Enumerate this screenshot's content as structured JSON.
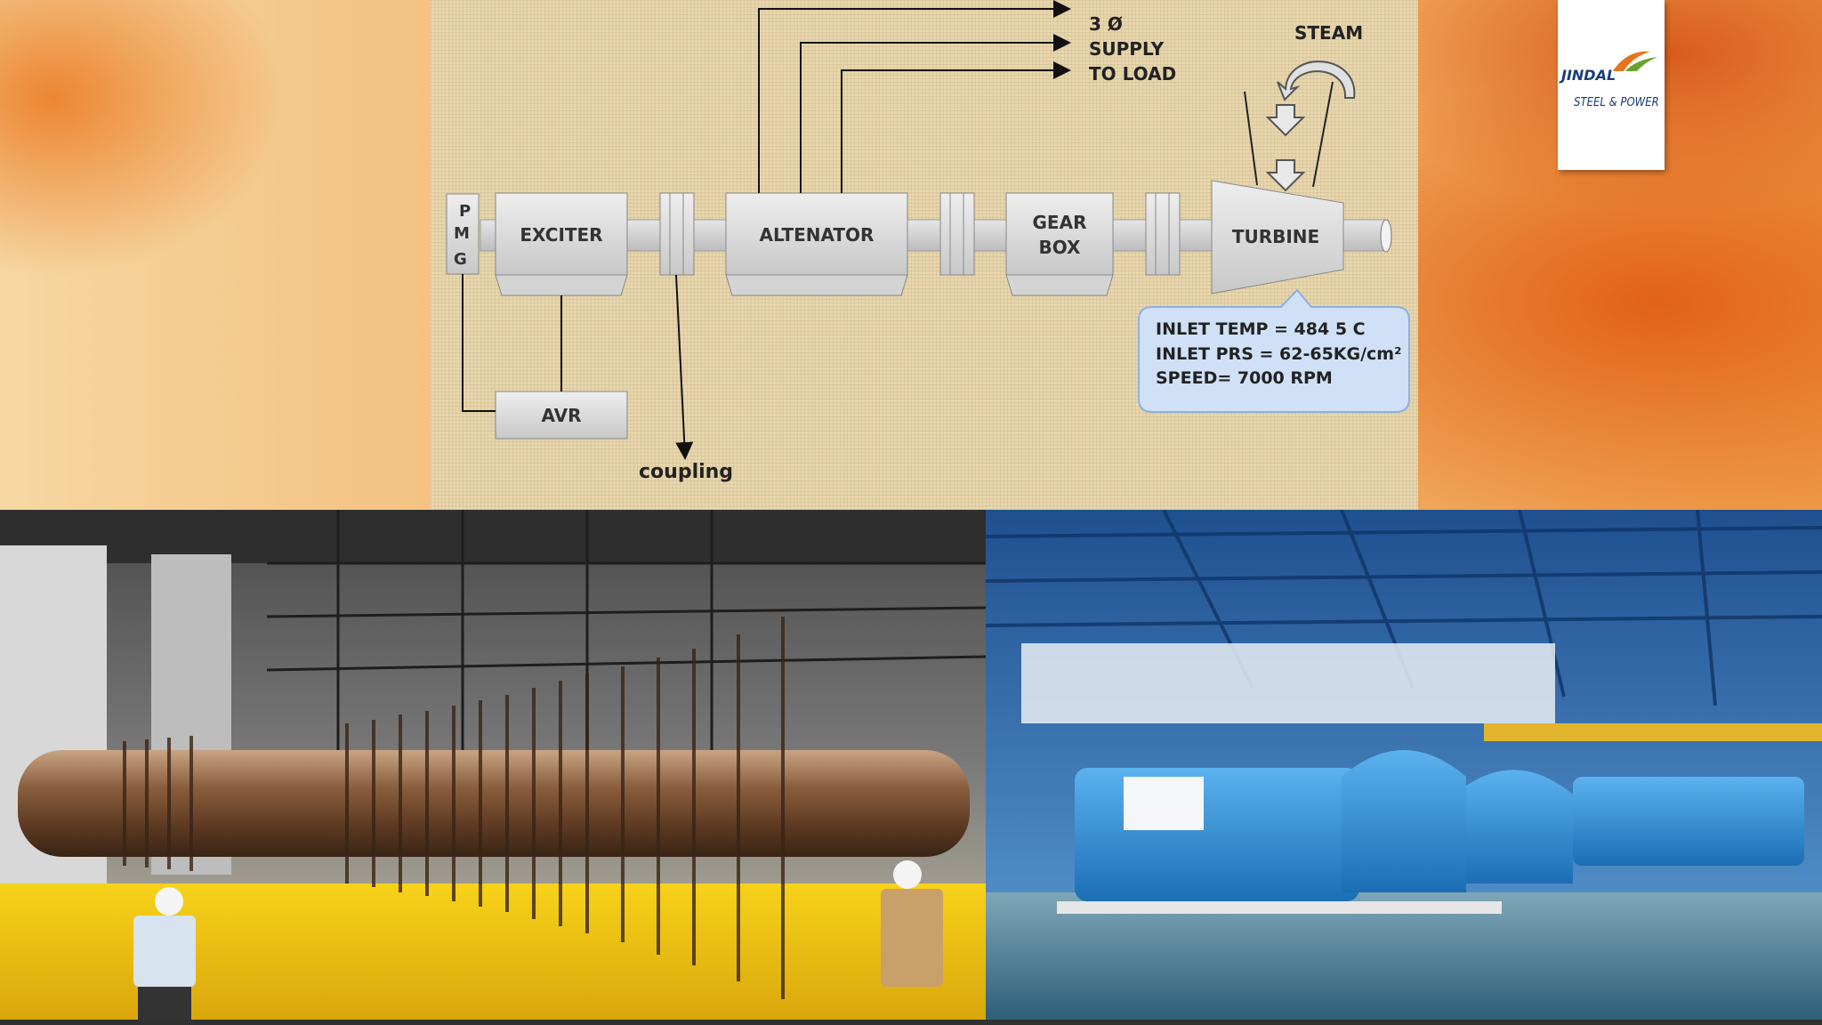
{
  "diagram": {
    "blocks": {
      "pmg": [
        "P",
        "M",
        "G"
      ],
      "exciter": "EXCITER",
      "alternator": "ALTENATOR",
      "gearbox": [
        "GEAR",
        "BOX"
      ],
      "turbine": "TURBINE",
      "avr": "AVR"
    },
    "supply_label": [
      "3 Ø",
      "SUPPLY",
      "TO LOAD"
    ],
    "steam_label": "STEAM",
    "coupling_label": "coupling",
    "turbine_specs": [
      "INLET TEMP = 484   5 C",
      "INLET PRS = 62-65KG/cm²",
      "SPEED= 7000 RPM"
    ]
  },
  "logo": {
    "brand": "JINDAL",
    "tagline": "STEEL & POWER"
  },
  "colors": {
    "block_fill": "#d9d9d9",
    "block_stroke": "#8a8a8a",
    "callout_fill": "#cfe0f7",
    "logo_green": "#6aa12c",
    "logo_orange": "#e8731c",
    "logo_blue": "#1a3d7a"
  }
}
